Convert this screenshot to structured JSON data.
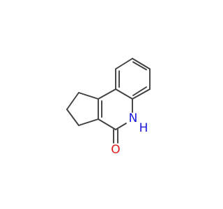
{
  "molecule": {
    "atoms": {
      "nitrogen": {
        "symbol": "N",
        "color": "#1a1adc"
      },
      "hydrogen": {
        "symbol": "H",
        "color": "#1a1adc"
      },
      "oxygen": {
        "symbol": "O",
        "color": "#dc1a1a"
      }
    },
    "bond_color": "#404040"
  }
}
